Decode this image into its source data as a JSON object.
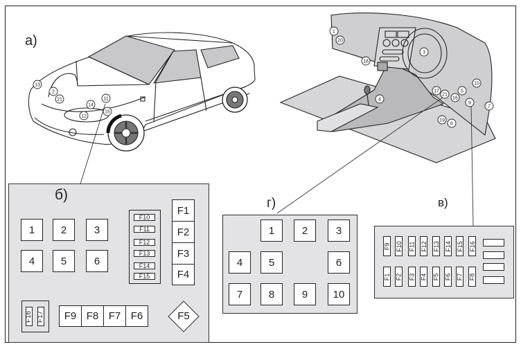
{
  "figure": {
    "section_labels": {
      "car": "а)",
      "engine_box": "б)",
      "cabin_relays": "г)",
      "cabin_fuses": "в)"
    }
  },
  "car_callouts": [
    "13",
    "2",
    "21",
    "11",
    "14",
    "12",
    "15"
  ],
  "dash_callouts": [
    "1",
    "20",
    "18",
    "3",
    "4",
    "17",
    "21",
    "16",
    "5",
    "10",
    "9",
    "7",
    "19",
    "6"
  ],
  "engine_box": {
    "relays": [
      "1",
      "2",
      "3",
      "4",
      "5",
      "6"
    ],
    "mini_fuses": [
      "F10",
      "F11",
      "F12",
      "F13",
      "F14",
      "F15"
    ],
    "big_fuses_column": [
      "F1",
      "F2",
      "F3",
      "F4"
    ],
    "small_vertical_fuses": [
      "F16",
      "F17"
    ],
    "big_fuses_row": [
      "F9",
      "F8",
      "F7",
      "F6"
    ],
    "diamond_fuse": "F5"
  },
  "cabin_relays": {
    "relays": [
      "1",
      "2",
      "3",
      "4",
      "5",
      "6",
      "7",
      "8",
      "9",
      "10"
    ]
  },
  "cabin_fuses": {
    "top_row": [
      "F9",
      "F10",
      "F11",
      "F12",
      "F13",
      "F14",
      "F15",
      "F16"
    ],
    "bottom_row": [
      "F1",
      "F2",
      "F3",
      "F4",
      "F5",
      "F6",
      "F7",
      "F8"
    ],
    "spare_slots": 4
  },
  "colors": {
    "panel_fill": "#e3e3e5",
    "glass_fill": "#c8c8ca",
    "dash_fill": "#cfcfd1",
    "line": "#222222"
  }
}
